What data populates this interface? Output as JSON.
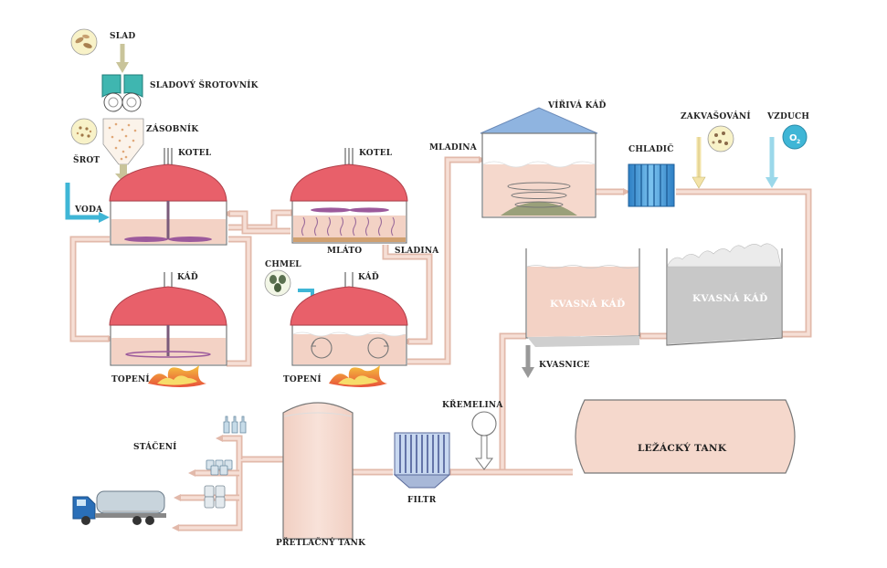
{
  "labels": {
    "slad": "SLAD",
    "srotovnik": "SLADOVÝ ŠROTOVNÍK",
    "zasobnik": "ZÁSOBNÍK",
    "srot": "ŠROT",
    "voda": "VODA",
    "kotel1": "KOTEL",
    "kotel2": "KOTEL",
    "mlato": "MLÁTO",
    "sladina": "SLADINA",
    "kad1": "KÁĎ",
    "kad2": "KÁĎ",
    "chmel": "CHMEL",
    "topeni1": "TOPENÍ",
    "topeni2": "TOPENÍ",
    "mladina": "MLADINA",
    "viriva_kad": "VÍŘIVÁ KÁĎ",
    "chladic": "CHLADIČ",
    "zakvasovani": "ZAKVAŠOVÁNÍ",
    "vzduch": "VZDUCH",
    "o2": "O",
    "o2_sub": "2",
    "kvasna_kad1": "KVASNÁ KÁĎ",
    "kvasna_kad2": "KVASNÁ KÁĎ",
    "kvasnice": "KVASNICE",
    "kremelina": "KŘEMELINA",
    "lezacky_tank": "LEŽÁCKÝ TANK",
    "filtr": "FILTR",
    "pretlacny_tank": "PŘETLAČNÝ TANK",
    "staceni": "STÁČENÍ"
  },
  "colors": {
    "lid": "#e8606a",
    "pipe": "#e2b9aa",
    "water": "#3fb6d6",
    "malt_arrow": "#c9c49a",
    "mill": "#3fb6b0",
    "cooler": "#3a8fd0",
    "whirlpool_roof": "#8fb4e0",
    "yeast_arrow": "#f3e3a8",
    "air_arrow": "#9bd8ea",
    "gray_vessel": "#c8c8c8",
    "flame": "#f08a30"
  }
}
